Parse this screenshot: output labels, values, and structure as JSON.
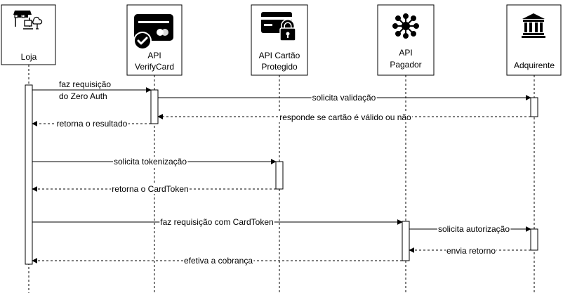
{
  "participants": [
    {
      "id": "loja",
      "lines": [
        "Loja"
      ],
      "icon": "store-network-icon"
    },
    {
      "id": "verifycard",
      "lines": [
        "API",
        "VerifyCard"
      ],
      "icon": "card-check-icon"
    },
    {
      "id": "cartao",
      "lines": [
        "API Cartão",
        "Protegido"
      ],
      "icon": "card-lock-icon"
    },
    {
      "id": "pagador",
      "lines": [
        "API",
        "Pagador"
      ],
      "icon": "network-hub-icon"
    },
    {
      "id": "adquirente",
      "lines": [
        "Adquirente"
      ],
      "icon": "bank-icon"
    }
  ],
  "messages": [
    {
      "from": "loja",
      "to": "verifycard",
      "lines": [
        "faz requisição",
        "do Zero Auth"
      ],
      "style": "solid"
    },
    {
      "from": "verifycard",
      "to": "adquirente",
      "lines": [
        "solicita validação"
      ],
      "style": "solid"
    },
    {
      "from": "adquirente",
      "to": "verifycard",
      "lines": [
        "responde se cartão é válido ou não"
      ],
      "style": "dashed"
    },
    {
      "from": "verifycard",
      "to": "loja",
      "lines": [
        "retorna o resultado"
      ],
      "style": "dashed"
    },
    {
      "from": "loja",
      "to": "cartao",
      "lines": [
        "solicita tokenização"
      ],
      "style": "solid"
    },
    {
      "from": "cartao",
      "to": "loja",
      "lines": [
        "retorna o CardToken"
      ],
      "style": "dashed"
    },
    {
      "from": "loja",
      "to": "pagador",
      "lines": [
        "faz requisição com CardToken"
      ],
      "style": "solid"
    },
    {
      "from": "pagador",
      "to": "adquirente",
      "lines": [
        "solicita autorização"
      ],
      "style": "solid"
    },
    {
      "from": "adquirente",
      "to": "pagador",
      "lines": [
        "envia retorno"
      ],
      "style": "dashed"
    },
    {
      "from": "pagador",
      "to": "loja",
      "lines": [
        "efetiva a cobrança"
      ],
      "style": "dashed"
    }
  ]
}
